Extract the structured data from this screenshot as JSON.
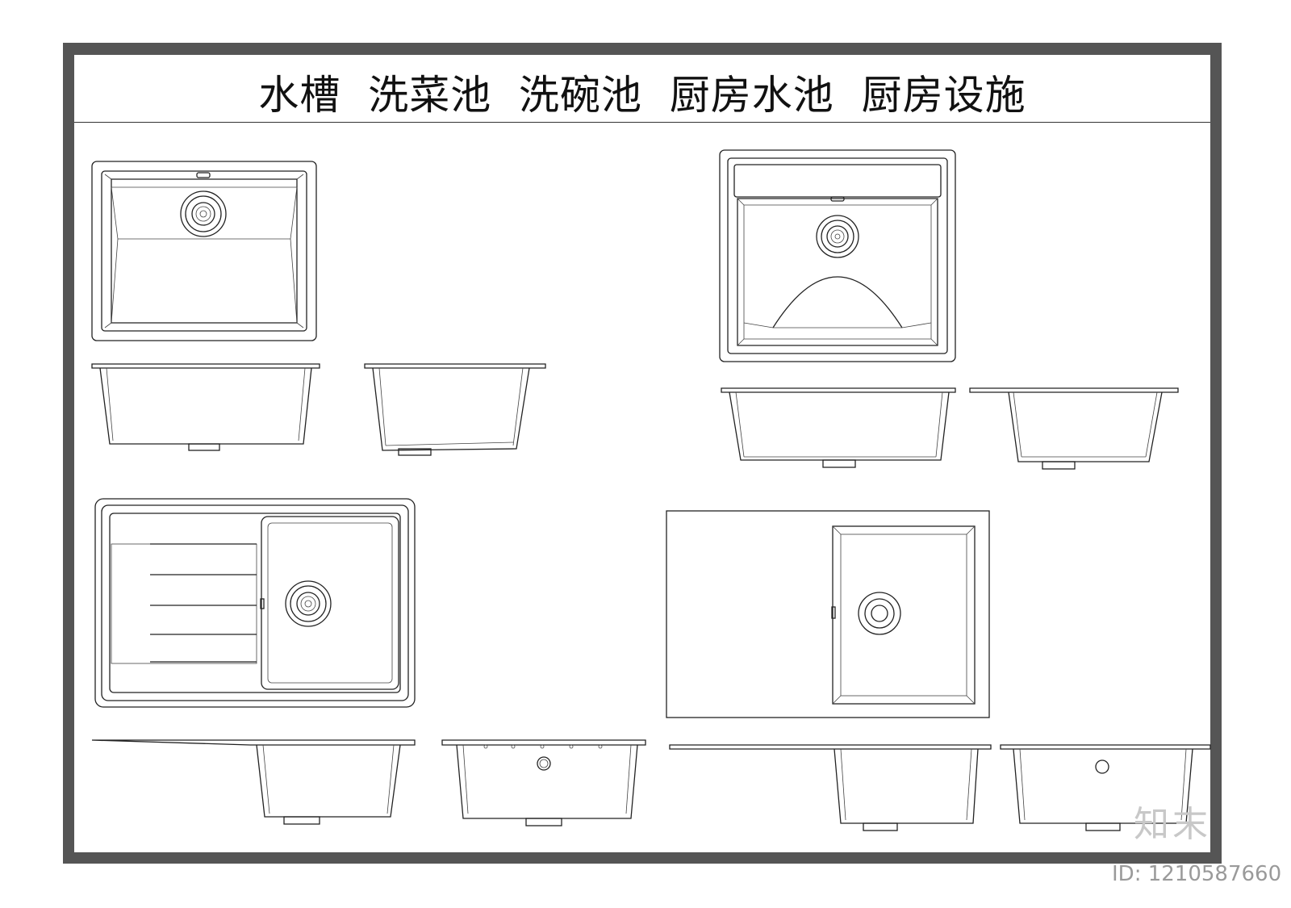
{
  "title": "水槽  洗菜池  洗碗池  厨房水池  厨房设施",
  "watermark": {
    "logo_text": "知末",
    "id_text": "ID: 1210587660"
  },
  "colors": {
    "frame": "#555555",
    "line": "#222222",
    "background": "#ffffff"
  },
  "drawings": [
    "single-sink-plan",
    "single-sink-front-elevation",
    "single-sink-side-elevation",
    "sink-with-top-shelf-plan",
    "sink-with-top-shelf-front-elevation",
    "sink-with-top-shelf-side-elevation",
    "sink-with-drainboard-plan",
    "sink-with-drainboard-front-elevation",
    "sink-with-drainboard-side-elevation",
    "countertop-sink-plan",
    "countertop-sink-front-elevation",
    "countertop-sink-side-elevation"
  ]
}
